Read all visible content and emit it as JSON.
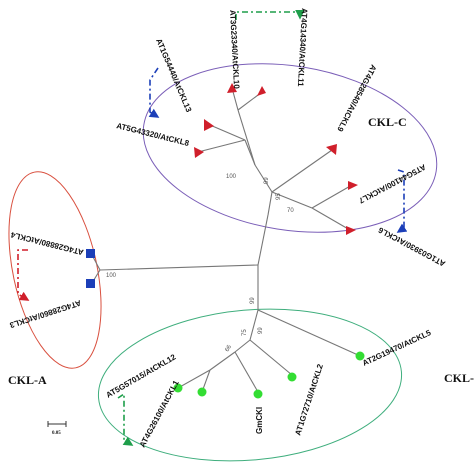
{
  "clades": {
    "c": {
      "label": "CKL-C",
      "color": "#7b5fb8"
    },
    "a": {
      "label": "CKL-A",
      "color": "#d9503f"
    },
    "b": {
      "label": "CKL-",
      "color": "#3fae7d"
    }
  },
  "leaves": {
    "l13": "AT1G54440/AtCKL13",
    "l10": "AT3G23340/AtCKL10",
    "l11": "AT4G14340/AtCKL11",
    "l9": "AT4G28540/AtCKL9",
    "l8": "AT5G43320/AtCKL8",
    "l7": "AT5G44100/AtCKL7",
    "l6": "AT1G03930/AtCKL6",
    "l4": "AT4G28880/AtCKL4",
    "l3": "AT4G28860/AtCKL3",
    "l12": "AT5G57015/AtCKL12",
    "l1": "AT4G26100/AtCKL1",
    "lgm": "GmCKI",
    "l2": "AT1G72710/AtCKL2",
    "l5": "AT2G19470/AtCKL5"
  },
  "bootstrap": {
    "b_upper_100": "100",
    "b_mid_100": "100",
    "b_c_99": "99",
    "b_c_95": "95",
    "b_c_70": "70",
    "b_b_99": "99",
    "b_b_75": "75",
    "b_b_99b": "99",
    "b_b_66": "66"
  },
  "scale_bar": {
    "label": "0.05"
  },
  "colors": {
    "triangle": "#d01f2b",
    "square": "#1c3fb8",
    "circle": "#33dd33",
    "arrow_c": "#1c3fb8",
    "arrow_c_top": "#1e9e4a",
    "arrow_a": "#d01f2b",
    "arrow_b": "#1e9e4a"
  }
}
